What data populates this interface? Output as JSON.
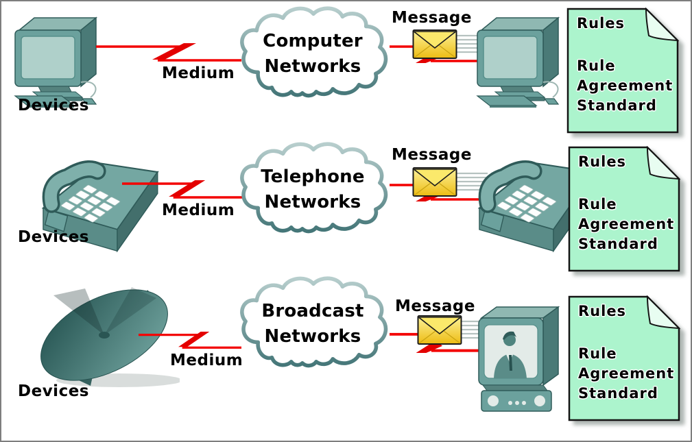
{
  "colors": {
    "device_teal": "#6BA19D",
    "device_teal_dark": "#4A7A77",
    "device_outline": "#2F5B59",
    "line_red": "#F30000",
    "bolt_red": "#E30000",
    "cloud_fill": "#FFFFFF",
    "cloud_stroke_top": "#B2CBCA",
    "cloud_stroke_bottom": "#447678",
    "note_green": "#ACF4CD",
    "envelope_yellow": "#F5D32A",
    "text": "#000000"
  },
  "rows": [
    {
      "network_line1": "Computer",
      "network_line2": "Networks",
      "devices_label": "Devices",
      "medium_label": "Medium",
      "message_label": "Message",
      "device_left": "desktop-computer",
      "device_right": "desktop-computer",
      "note": {
        "title": "Rules",
        "items": [
          "Rule",
          "Agreement",
          "Standard"
        ]
      }
    },
    {
      "network_line1": "Telephone",
      "network_line2": "Networks",
      "devices_label": "Devices",
      "medium_label": "Medium",
      "message_label": "Message",
      "device_left": "telephone",
      "device_right": "telephone",
      "note": {
        "title": "Rules",
        "items": [
          "Rule",
          "Agreement",
          "Standard"
        ]
      }
    },
    {
      "network_line1": "Broadcast",
      "network_line2": "Networks",
      "devices_label": "Devices",
      "medium_label": "Medium",
      "message_label": "Message",
      "device_left": "satellite-dish",
      "device_right": "television",
      "note": {
        "title": "Rules",
        "items": [
          "Rule",
          "Agreement",
          "Standard"
        ]
      }
    }
  ]
}
